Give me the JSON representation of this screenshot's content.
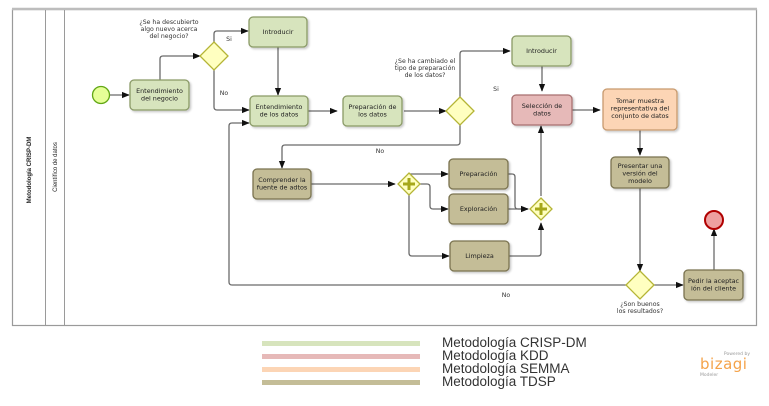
{
  "pool": {
    "label": "Metodología CRISP-DM",
    "lane_label": "Científico de datos"
  },
  "colors": {
    "crisp_fill": "#d7e4bd",
    "crisp_stroke": "#8a9a66",
    "kdd_fill": "#e6b9b8",
    "kdd_stroke": "#a87070",
    "semma_fill": "#fcd5b5",
    "semma_stroke": "#c79a6e",
    "tdsp_fill": "#c4bd97",
    "tdsp_stroke": "#7a7350",
    "gateway_fill": "#ffffc0",
    "gateway_stroke": "#b5b536",
    "start_fill": "#e6ff97",
    "start_stroke": "#62a716",
    "end_fill": "#eea0a0",
    "end_stroke": "#b00000"
  },
  "tasks": {
    "entendimiento_negocio": [
      "Entendimiento",
      "del negocio"
    ],
    "introducir_1": [
      "Introducir"
    ],
    "entendimiento_datos": [
      "Entendimiento",
      "de los datos"
    ],
    "preparacion_datos": [
      "Preparación de",
      "los datos"
    ],
    "introducir_2": [
      "Introducir"
    ],
    "seleccion_datos": [
      "Selección de",
      "datos"
    ],
    "tomar_muestra": [
      "Tomar muestra",
      "representativa del",
      "conjunto de datos"
    ],
    "comprender_fuente": [
      "Comprender la",
      "fuente de adtos"
    ],
    "preparacion": [
      "Preparación"
    ],
    "exploracion": [
      "Exploración"
    ],
    "limpieza": [
      "Limpieza"
    ],
    "presentar_version": [
      "Presentar una",
      "versión del",
      "modelo"
    ],
    "pedir_aceptacion": [
      "Pedir la aceptac",
      "ión del cliente"
    ]
  },
  "gateways": {
    "descubierto": [
      "¿Se ha descubierto",
      "algo nuevo acerca",
      "del negocio?"
    ],
    "cambiado": [
      "¿Se ha cambiado el",
      "tipo de preparación",
      "de los datos?"
    ],
    "buenos": [
      "¿Son buenos",
      "los resultados?"
    ]
  },
  "flow_labels": {
    "si_1": "Si",
    "no_1": "No",
    "si_2": "Si",
    "no_2": "No",
    "no_3": "No"
  },
  "legend": [
    {
      "label": "Metodología CRISP-DM",
      "color": "#d7e4bd"
    },
    {
      "label": "Metodología KDD",
      "color": "#e6b9b8"
    },
    {
      "label": "Metodología SEMMA",
      "color": "#fcd5b5"
    },
    {
      "label": "Metodología TDSP",
      "color": "#c4bd97"
    }
  ],
  "branding": {
    "powered": "Powered by",
    "name": "bizagi",
    "product": "Modeler"
  }
}
